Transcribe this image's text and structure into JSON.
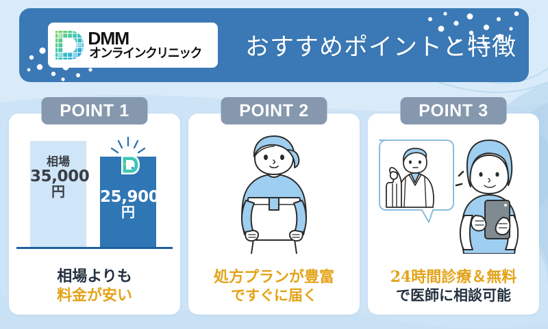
{
  "header": {
    "title": "おすすめポイントと特徴",
    "logo": {
      "brand": "DMM",
      "subtitle": "オンラインクリニック",
      "mark": "dmm-d-pixel-logo"
    },
    "colors": {
      "banner": "#3a79b5",
      "page_bg": "#cde3f6",
      "title": "#ffffff"
    }
  },
  "points": [
    {
      "badge": "POINT 1",
      "art": "price-bar-chart",
      "caption_line1": "相場よりも",
      "caption_line2": "料金が安い",
      "caption_line1_color": "#23313f",
      "caption_line2_color": "#e3a318"
    },
    {
      "badge": "POINT 2",
      "art": "woman-holding-delivery-box",
      "caption_line1": "処方プランが豊富",
      "caption_line2": "ですぐに届く",
      "caption_line1_color": "#e3a318",
      "caption_line2_color": "#e3a318"
    },
    {
      "badge": "POINT 3",
      "art": "doctor-speech-bubble-and-woman-with-smartphone",
      "caption_line1": "24時間診療＆無料",
      "caption_line2": "で医師に相談可能",
      "caption_line1_color": "#e3a318",
      "caption_line2_color": "#23313f"
    }
  ],
  "chart_data": {
    "type": "bar",
    "title": "",
    "categories": [
      "相場",
      "DMMオンラインクリニック"
    ],
    "values": [
      35000,
      25900
    ],
    "value_labels": [
      "35,000",
      "25,900"
    ],
    "unit": "円",
    "bar1_term_label": "相場",
    "bar1_value_label": "35,000",
    "bar1_unit_label": "円",
    "bar2_value_label": "25,900",
    "bar2_unit_label": "円",
    "bar_colors": [
      "#cfe5f8",
      "#2f76b4"
    ],
    "baseline_color": "#1f5f9e",
    "xlabel": "",
    "ylabel": "",
    "ylim": [
      0,
      40000
    ],
    "grid": false,
    "legend": "none",
    "annotation": "sparkle-burst-over-dmm-logo-on-second-bar"
  }
}
